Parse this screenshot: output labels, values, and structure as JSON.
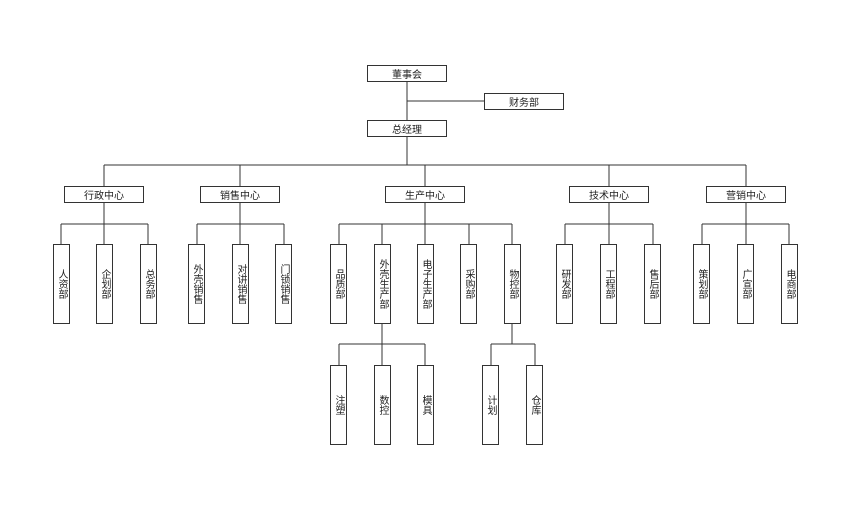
{
  "chart": {
    "root": "董事会",
    "finance": "财务部",
    "gm": "总经理",
    "centers": [
      "行政中心",
      "销售中心",
      "生产中心",
      "技术中心",
      "营销中心"
    ],
    "departments": {
      "admin": [
        "人资部",
        "企划部",
        "总务部"
      ],
      "sales": [
        "外壳销售",
        "对讲销售",
        "门锁销售"
      ],
      "production": [
        "品质部",
        "外壳生产部",
        "电子生产部",
        "采购部",
        "物控部"
      ],
      "tech": [
        "研发部",
        "工程部",
        "售后部"
      ],
      "marketing": [
        "策划部",
        "广宣部",
        "电商部"
      ]
    },
    "sub_shell": [
      "注塑",
      "数控",
      "模具"
    ],
    "sub_material": [
      "计划",
      "仓库"
    ]
  }
}
